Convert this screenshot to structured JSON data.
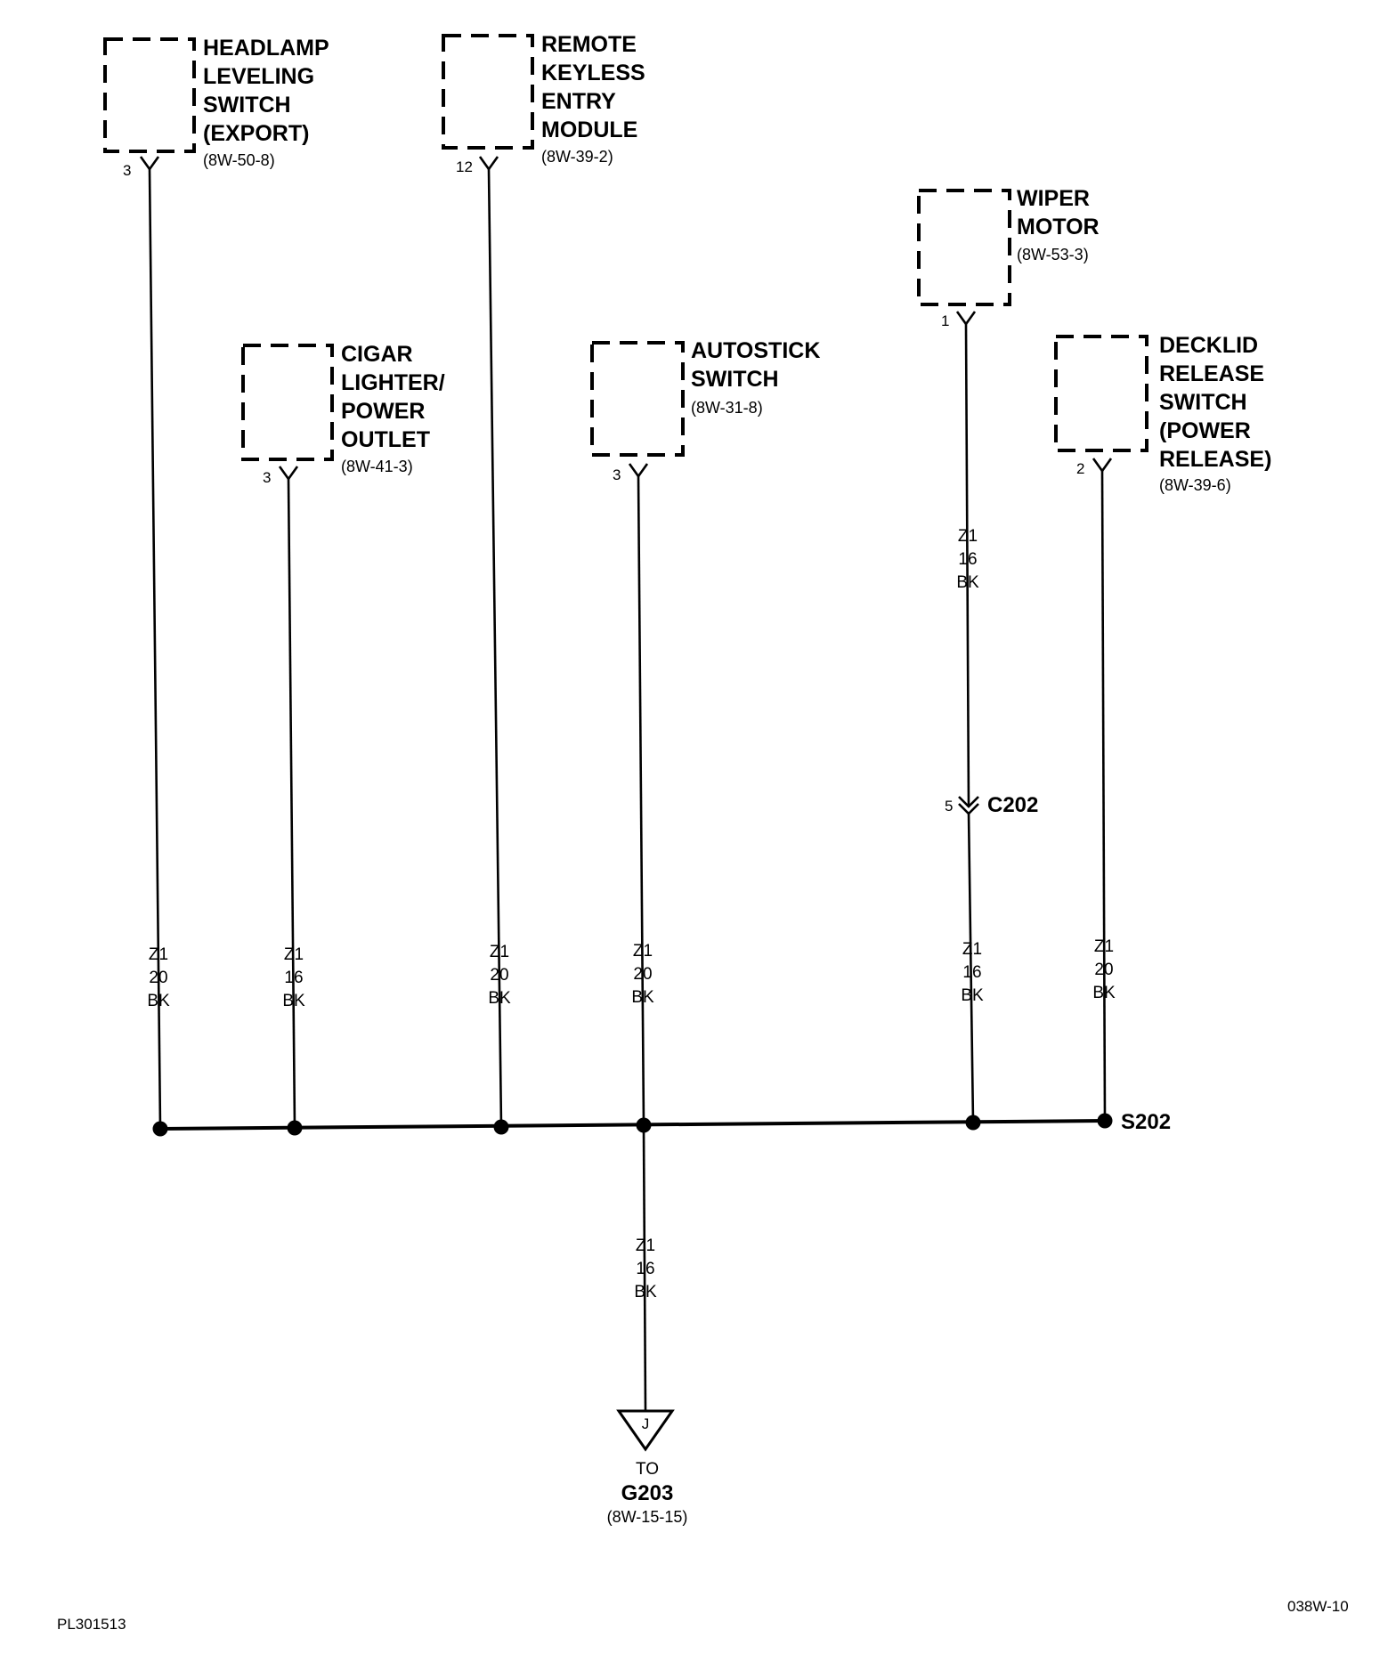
{
  "components": [
    {
      "id": "headlamp",
      "name": [
        "HEADLAMP",
        "LEVELING",
        "SWITCH",
        "(EXPORT)"
      ],
      "ref": "(8W-50-8)",
      "pin": "3"
    },
    {
      "id": "remote",
      "name": [
        "REMOTE",
        "KEYLESS",
        "ENTRY",
        "MODULE"
      ],
      "ref": "(8W-39-2)",
      "pin": "12"
    },
    {
      "id": "wiper",
      "name": [
        "WIPER",
        "MOTOR"
      ],
      "ref": "(8W-53-3)",
      "pin": "1"
    },
    {
      "id": "cigar",
      "name": [
        "CIGAR",
        "LIGHTER/",
        "POWER",
        "OUTLET"
      ],
      "ref": "(8W-41-3)",
      "pin": "3"
    },
    {
      "id": "autostick",
      "name": [
        "AUTOSTICK",
        "SWITCH"
      ],
      "ref": "(8W-31-8)",
      "pin": "3"
    },
    {
      "id": "decklid",
      "name": [
        "DECKLID",
        "RELEASE",
        "SWITCH",
        "(POWER",
        "RELEASE)"
      ],
      "ref": "(8W-39-6)",
      "pin": "2"
    }
  ],
  "wire_labels": {
    "headlamp": [
      "Z1",
      "20",
      "BK"
    ],
    "cigar": [
      "Z1",
      "16",
      "BK"
    ],
    "remote": [
      "Z1",
      "20",
      "BK"
    ],
    "autostick": [
      "Z1",
      "20",
      "BK"
    ],
    "wiper_upper": [
      "Z1",
      "16",
      "BK"
    ],
    "wiper_lower": [
      "Z1",
      "16",
      "BK"
    ],
    "decklid": [
      "Z1",
      "20",
      "BK"
    ],
    "ground": [
      "Z1",
      "16",
      "BK"
    ]
  },
  "connector": {
    "pin": "5",
    "name": "C202"
  },
  "splice": {
    "name": "S202"
  },
  "ground_ref": {
    "letter": "J",
    "to": "TO",
    "name": "G203",
    "ref": "(8W-15-15)"
  },
  "footer": {
    "left": "PL301513",
    "right": "038W-10"
  }
}
